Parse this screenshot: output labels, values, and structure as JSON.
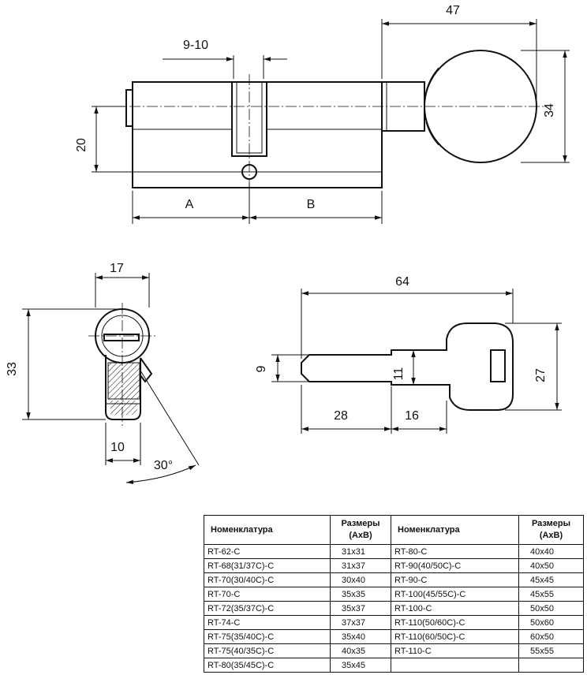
{
  "dimensions": {
    "top_width_47": "47",
    "cam_9_10": "9-10",
    "height_20": "20",
    "knob_34": "34",
    "label_a": "A",
    "label_b": "B",
    "profile_17": "17",
    "profile_33": "33",
    "profile_10": "10",
    "angle_30": "30°",
    "key_64": "64",
    "key_9": "9",
    "key_11": "11",
    "key_27": "27",
    "key_28": "28",
    "key_16": "16"
  },
  "table": {
    "headers": {
      "nom_left": "Номенклатура",
      "size_left_1": "Размеры",
      "size_left_2": "(AxB)",
      "nom_right": "Номенклатура",
      "size_right_1": "Размеры",
      "size_right_2": "(AxB)"
    },
    "rows": [
      {
        "n1": "RT-62-C",
        "s1": "31x31",
        "n2": "RT-80-C",
        "s2": "40x40"
      },
      {
        "n1": "RT-68(31/37C)-C",
        "s1": "31x37",
        "n2": "RT-90(40/50C)-C",
        "s2": "40x50"
      },
      {
        "n1": "RT-70(30/40C)-C",
        "s1": "30x40",
        "n2": "RT-90-C",
        "s2": "45x45"
      },
      {
        "n1": "RT-70-C",
        "s1": "35x35",
        "n2": "RT-100(45/55C)-C",
        "s2": "45x55"
      },
      {
        "n1": "RT-72(35/37C)-C",
        "s1": "35x37",
        "n2": "RT-100-C",
        "s2": "50x50"
      },
      {
        "n1": "RT-74-C",
        "s1": "37x37",
        "n2": "RT-110(50/60C)-C",
        "s2": "50x60"
      },
      {
        "n1": "RT-75(35/40C)-C",
        "s1": "35x40",
        "n2": "RT-110(60/50C)-C",
        "s2": "60x50"
      },
      {
        "n1": "RT-75(40/35C)-C",
        "s1": "40x35",
        "n2": "RT-110-C",
        "s2": "55x55"
      },
      {
        "n1": "RT-80(35/45C)-C",
        "s1": "35x45",
        "n2": "",
        "s2": ""
      }
    ]
  }
}
